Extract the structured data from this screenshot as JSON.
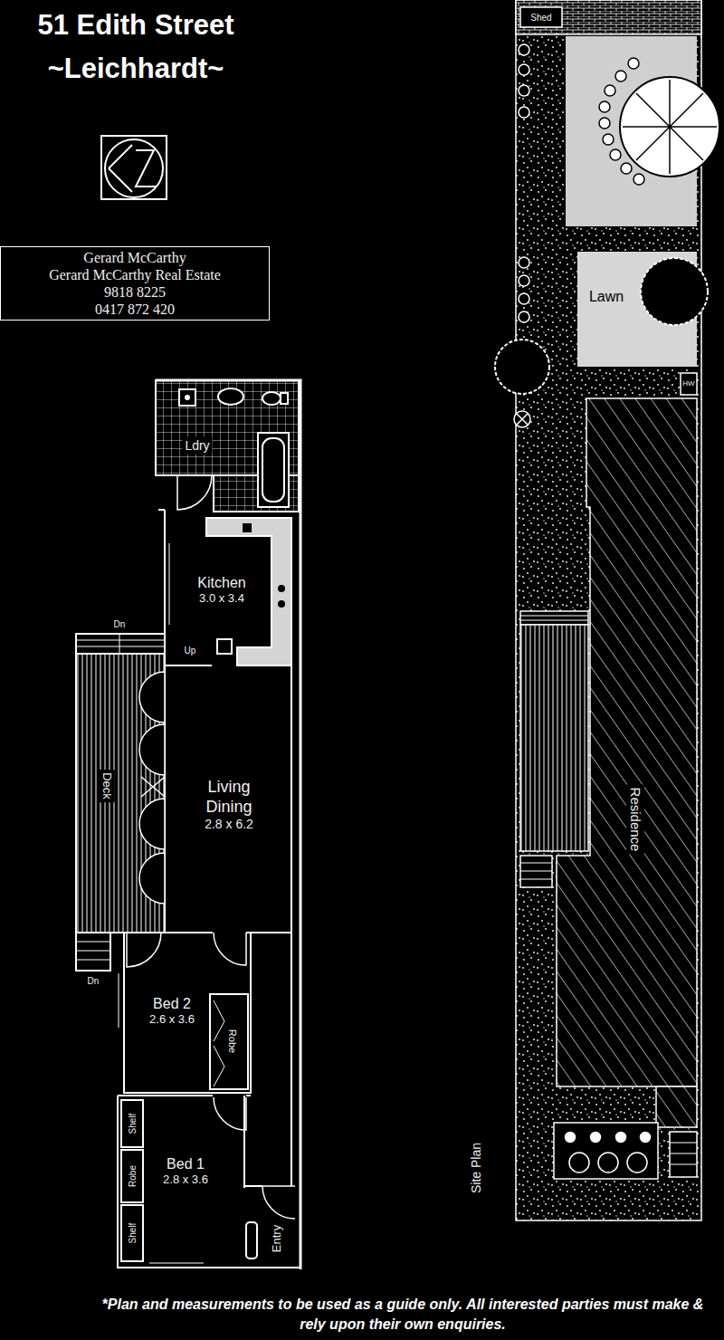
{
  "diagram": {
    "title": "51 Edith Street ~Leichhardt~",
    "caption": "*Plan and measurements to be used as a guide only. All interested parties must make & rely upon their own enquiries.",
    "nodes": [
      {
        "text": [
          "Gerard McCarthy",
          "Gerard McCarthy Real Estate",
          "9818 8225",
          "0417 872 420"
        ]
      },
      {
        "text": [
          "Ldry"
        ]
      },
      {
        "text": [
          "Kitchen",
          "3.0 x 3.4"
        ]
      },
      {
        "text": [
          "Living Dining",
          "2.8 x 6.2"
        ]
      },
      {
        "text": [
          "Deck"
        ]
      },
      {
        "text": [
          "Bed 2",
          "2.6 x 3.6"
        ]
      },
      {
        "text": [
          "Bed 1",
          "2.8 x 3.6"
        ]
      },
      {
        "text": [
          "Entry"
        ]
      },
      {
        "text": [
          "Lawn"
        ]
      },
      {
        "text": [
          "Residence"
        ]
      }
    ],
    "labels": [
      "Robe",
      "Shelf",
      "Robe",
      "Shelf",
      "Dn",
      "Dn",
      "Up",
      "Shed",
      "HW",
      "Site Plan"
    ]
  }
}
